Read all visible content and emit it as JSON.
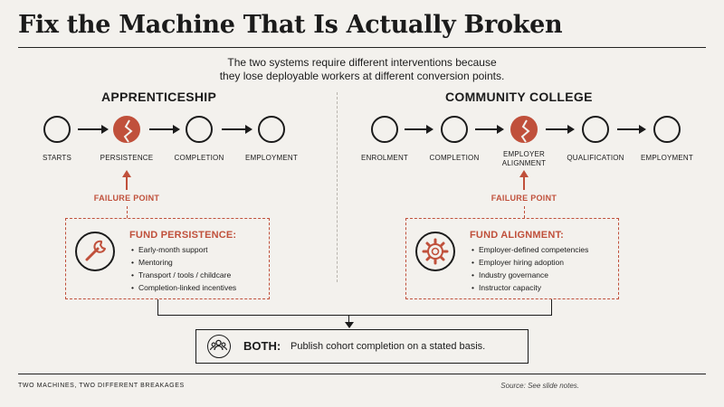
{
  "title": "Fix the Machine That Is Actually Broken",
  "subtitle_line1": "The two systems require different interventions because",
  "subtitle_line2": "they lose deployable workers at different conversion points.",
  "apprenticeship": {
    "title": "APPRENTICESHIP",
    "stages": [
      "STARTS",
      "PERSISTENCE",
      "COMPLETION",
      "EMPLOYMENT"
    ],
    "failure_stage": "PERSISTENCE",
    "failure_label": "FAILURE POINT",
    "fund_icon": "wrench-icon",
    "fund_title": "FUND PERSISTENCE:",
    "fund_items": [
      "Early-month support",
      "Mentoring",
      "Transport / tools / childcare",
      "Completion-linked incentives"
    ]
  },
  "community_college": {
    "title": "COMMUNITY COLLEGE",
    "stages": [
      "ENROLMENT",
      "COMPLETION",
      "EMPLOYER ALIGNMENT",
      "QUALIFICATION",
      "EMPLOYMENT"
    ],
    "stage3_line1": "EMPLOYER",
    "stage3_line2": "ALIGNMENT",
    "failure_stage": "EMPLOYER ALIGNMENT",
    "failure_label": "FAILURE POINT",
    "fund_icon": "gear-icon",
    "fund_title": "FUND ALIGNMENT:",
    "fund_items": [
      "Employer-defined competencies",
      "Employer hiring adoption",
      "Industry governance",
      "Instructor capacity"
    ]
  },
  "both": {
    "icon": "people-group-icon",
    "label": "BOTH:",
    "text": "Publish cohort completion on a stated basis."
  },
  "footer_left": "TWO MACHINES, TWO DIFFERENT BREAKAGES",
  "footer_right": "Source: See slide notes.",
  "colors": {
    "accent": "#c0503b",
    "ink": "#1b1b1b",
    "background": "#f3f1ed"
  }
}
